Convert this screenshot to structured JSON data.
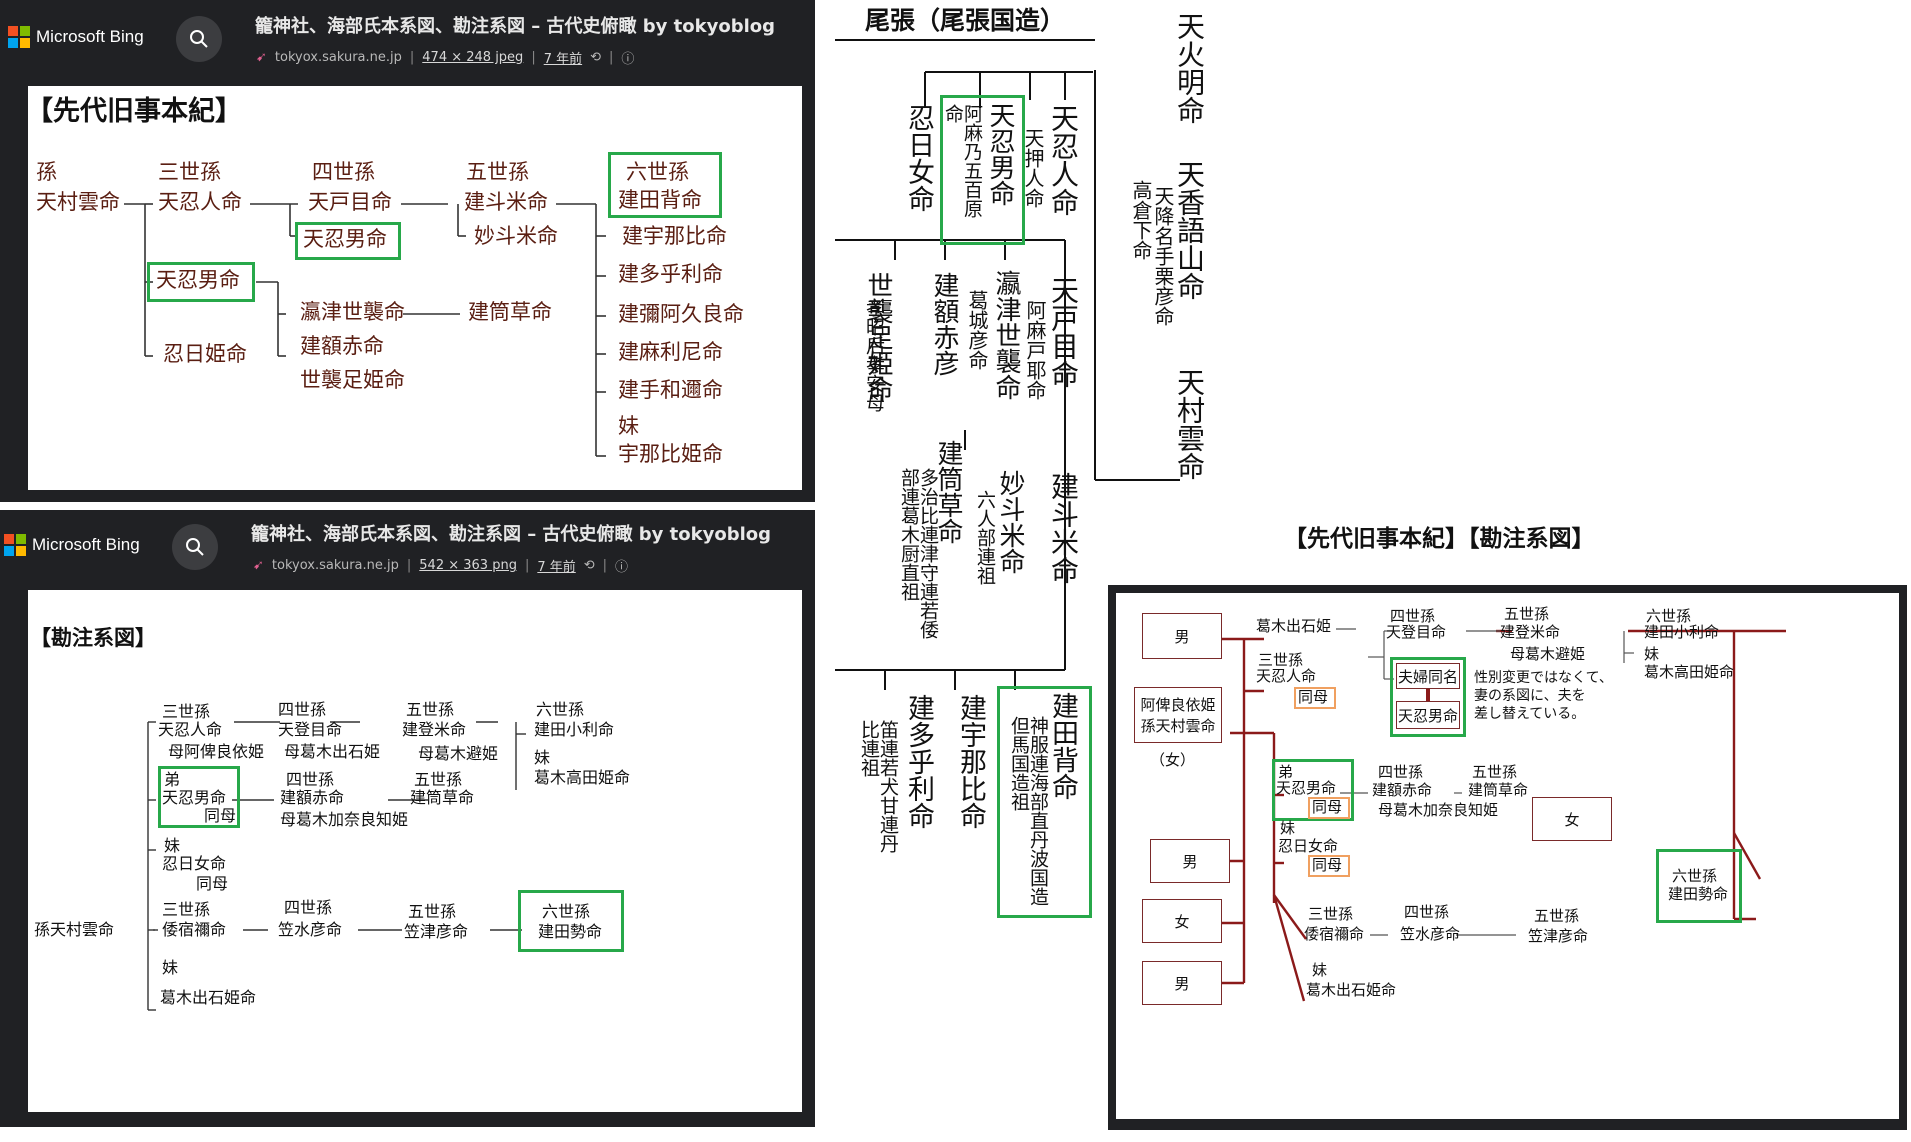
{
  "bing": {
    "brand": "Microsoft Bing",
    "title": "籠神社、海部氏本系図、勘注系図 – 古代史俯瞰 by tokyoblog",
    "domain": "tokyox.sakura.ne.jp",
    "size_top": "474 × 248 jpeg",
    "size_bottom": "542 × 363 png",
    "age": "7 年前",
    "sep": "|",
    "logo_colors": [
      "#f25022",
      "#7fba00",
      "#00a4ef",
      "#ffb900"
    ]
  },
  "panel_a": {
    "heading": "【先代旧事本紀】",
    "c1": [
      "孫",
      "天村雲命"
    ],
    "c2": [
      "三世孫",
      "天忍人命",
      "天忍男命",
      "忍日姫命"
    ],
    "c3": [
      "四世孫",
      "天戸目命",
      "天忍男命",
      "瀛津世襲命",
      "建額赤命",
      "世襲足姫命"
    ],
    "c4": [
      "五世孫",
      "建斗米命",
      "妙斗米命",
      "建筒草命"
    ],
    "c5": [
      "六世孫",
      "建田背命",
      "建宇那比命",
      "建多乎利命",
      "建彌阿久良命",
      "建麻利尼命",
      "建手和邇命",
      "妹",
      "宇那比姫命"
    ]
  },
  "panel_b": {
    "heading": "【勘注系図】",
    "r1": [
      "三世孫",
      "天忍人命",
      "母阿俾良依姫",
      "四世孫",
      "天登目命",
      "母葛木出石姫",
      "五世孫",
      "建登米命",
      "母葛木避姫",
      "六世孫",
      "建田小利命",
      "妹",
      "葛木高田姫命"
    ],
    "r2": [
      "弟",
      "天忍男命",
      "同母",
      "四世孫",
      "建額赤命",
      "母葛木加奈良知姫",
      "五世孫",
      "建筒草命"
    ],
    "r3": [
      "妹",
      "忍日女命",
      "同母"
    ],
    "r4": [
      "孫天村雲命",
      "三世孫",
      "倭宿禰命",
      "四世孫",
      "笠水彦命",
      "五世孫",
      "笠津彦命",
      "六世孫",
      "建田勢命"
    ],
    "r5": [
      "妹",
      "葛木出石姫命"
    ]
  },
  "panel_c": {
    "heading": "尾張（尾張国造）",
    "col_right": [
      "天火明命",
      "天香語山命",
      "天村雲命"
    ],
    "col_mid": [
      "天忍人命",
      "天戸目命",
      "建斗米命"
    ],
    "col_hd": [
      "高倉下命",
      "天降名手栗彦命"
    ],
    "g1": [
      "天忍男命",
      "阿麻乃五百原命",
      "天押人命",
      "忍日女命"
    ],
    "g2": [
      "瀛津世襲命",
      "葛城彦命",
      "阿麻戸耶命",
      "世襲足姫命",
      "孝昭后孝安母",
      "建額赤彦"
    ],
    "g3": [
      "妙斗米命",
      "六人部連祖",
      "建筒草命",
      "多治比連津守連若倭部連葛木厨直祖"
    ],
    "g4": [
      "建田背命",
      "神服連海部直丹波国造但馬国造祖",
      "建宇那比命",
      "建多乎利命",
      "笛連若犬甘連丹比連祖"
    ]
  },
  "panel_d": {
    "heading": "【先代旧事本紀】【勘注系図】",
    "boxes": [
      "男",
      "阿俾良依姫",
      "孫天村雲命",
      "（女）",
      "男",
      "女",
      "男",
      "女"
    ],
    "r1": [
      "葛木出石姫",
      "三世孫",
      "天忍人命",
      "同母",
      "四世孫",
      "天登目命",
      "五世孫",
      "建登米命",
      "母葛木避姫",
      "六世孫",
      "建田小利命",
      "妹",
      "葛木高田姫命"
    ],
    "swap": [
      "夫婦同名",
      "天忍男命",
      "性別変更ではなくて、",
      "妻の系図に、夫を",
      "差し替えている。"
    ],
    "r2": [
      "弟",
      "天忍男命",
      "同母",
      "四世孫",
      "建額赤命",
      "母葛木加奈良知姫",
      "五世孫",
      "建筒草命",
      "妹",
      "忍日女命",
      "同母"
    ],
    "r3": [
      "三世孫",
      "倭宿禰命",
      "四世孫",
      "笠水彦命",
      "五世孫",
      "笠津彦命",
      "六世孫",
      "建田勢命",
      "妹",
      "葛木出石姫命"
    ]
  }
}
